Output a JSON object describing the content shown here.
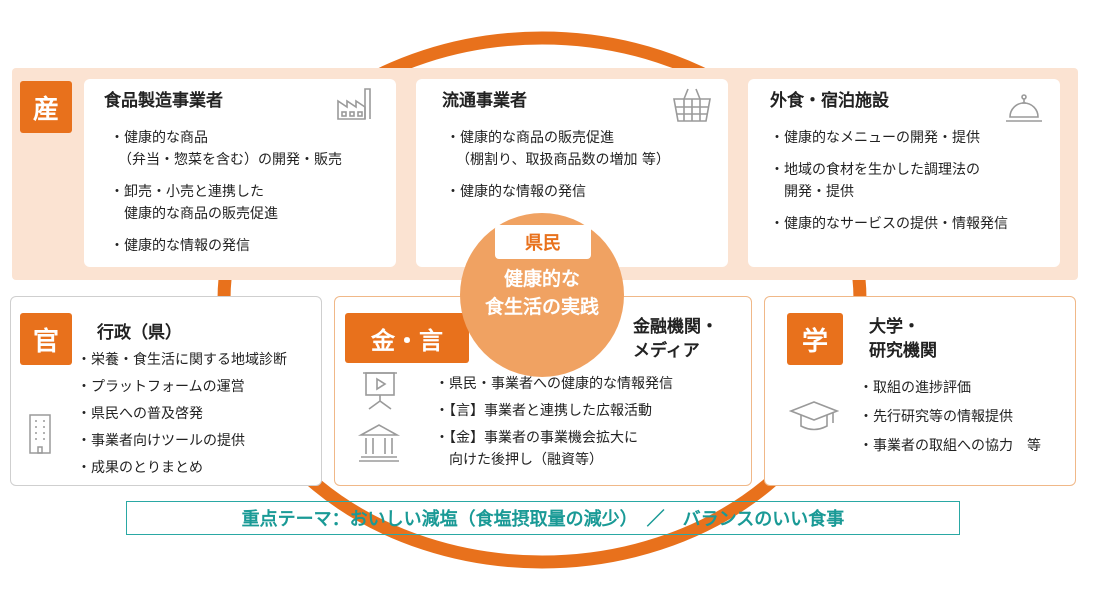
{
  "colors": {
    "accent": "#e8711c",
    "band": "#fbe3d2",
    "center": "#f0a262",
    "theme": "#1a9a96"
  },
  "center": {
    "tag": "県民",
    "line1": "健康的な",
    "line2": "食生活の実践"
  },
  "top": {
    "badge": "産",
    "food": {
      "title": "食品製造事業者",
      "icon": "factory-icon",
      "items": [
        "・健康的な商品",
        "（弁当・惣菜を含む）の開発・販売",
        "・卸売・小売と連携した",
        "健康的な商品の販売促進",
        "・健康的な情報の発信"
      ]
    },
    "dist": {
      "title": "流通事業者",
      "icon": "shopping-basket-icon",
      "items": [
        "・健康的な商品の販売促進",
        "（棚割り、取扱商品数の増加 等）",
        "・健康的な情報の発信"
      ]
    },
    "dining": {
      "title": "外食・宿泊施設",
      "icon": "service-bell-icon",
      "items": [
        "・健康的なメニューの開発・提供",
        "・地域の食材を生かした調理法の",
        "開発・提供",
        "・健康的なサービスの提供・情報発信"
      ]
    }
  },
  "gov": {
    "badge": "官",
    "title": "行政（県）",
    "icon": "office-building-icon",
    "items": [
      "・栄養・食生活に関する地域診断",
      "・プラットフォームの運営",
      "・県民への普及啓発",
      "・事業者向けツールの提供",
      "・成果のとりまとめ"
    ]
  },
  "fin": {
    "badge": "金・言",
    "title1": "金融機関・",
    "title2": "メディア",
    "icon1": "presentation-board-icon",
    "icon2": "bank-icon",
    "items": [
      "・県民・事業者への健康的な情報発信",
      "・【言】事業者と連携した広報活動",
      "・【金】事業者の事業機会拡大に",
      "向けた後押し（融資等）"
    ]
  },
  "acad": {
    "badge": "学",
    "title1": "大学・",
    "title2": "研究機関",
    "icon": "graduation-cap-icon",
    "items": [
      "・取組の進捗評価",
      "・先行研究等の情報提供",
      "・事業者の取組への協力　等"
    ]
  },
  "theme": "重点テーマ：おいしい減塩（食塩摂取量の減少）　／　バランスのいい食事"
}
